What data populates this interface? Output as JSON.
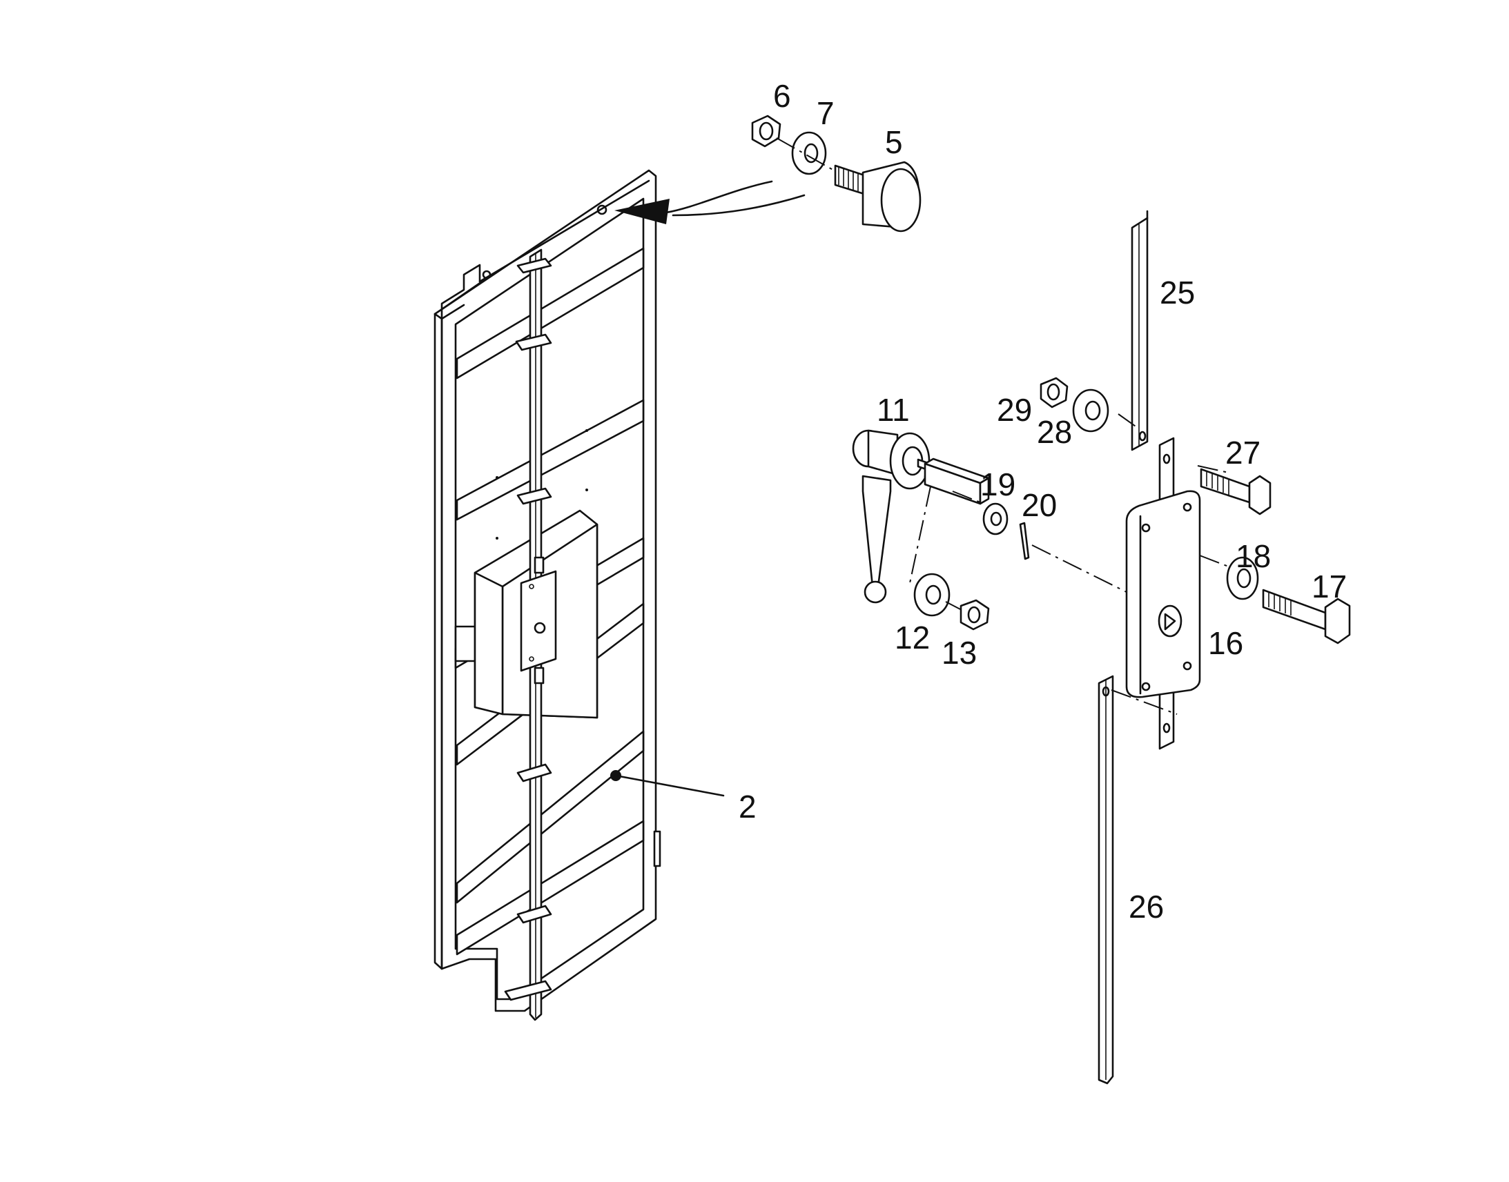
{
  "diagram": {
    "type": "exploded parts view",
    "callouts": [
      {
        "id": "2",
        "part": "door-panel"
      },
      {
        "id": "5",
        "part": "knob"
      },
      {
        "id": "6",
        "part": "nut"
      },
      {
        "id": "7",
        "part": "washer"
      },
      {
        "id": "11",
        "part": "handle-assembly"
      },
      {
        "id": "12",
        "part": "washer"
      },
      {
        "id": "13",
        "part": "nut"
      },
      {
        "id": "16",
        "part": "lock-housing"
      },
      {
        "id": "17",
        "part": "bolt"
      },
      {
        "id": "18",
        "part": "washer"
      },
      {
        "id": "19",
        "part": "washer"
      },
      {
        "id": "20",
        "part": "cotter-pin"
      },
      {
        "id": "25",
        "part": "upper-rod"
      },
      {
        "id": "26",
        "part": "lower-rod"
      },
      {
        "id": "27",
        "part": "bolt"
      },
      {
        "id": "28",
        "part": "washer"
      },
      {
        "id": "29",
        "part": "nut"
      }
    ]
  }
}
